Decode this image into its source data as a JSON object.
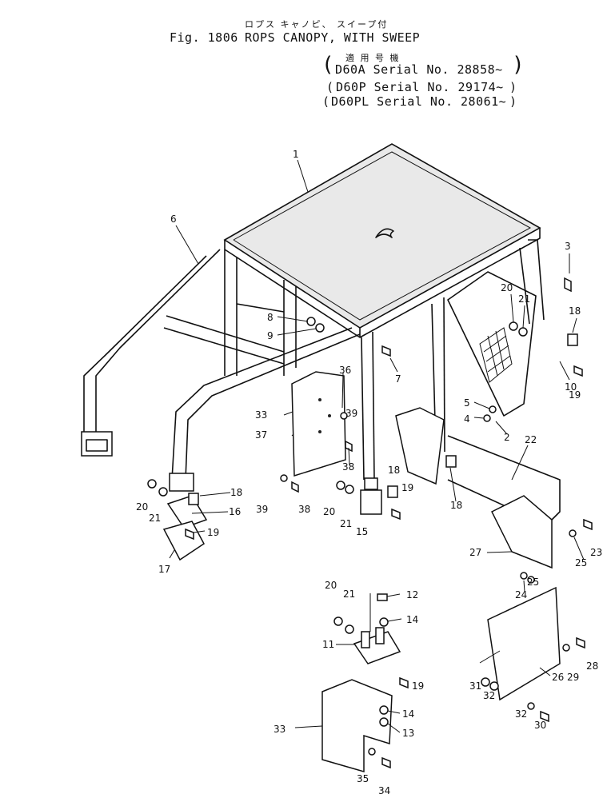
{
  "header": {
    "jp_title": "ロプス キャノピ、 スイープ付",
    "fig_no": "Fig. 1806",
    "title": "ROPS CANOPY, WITH SWEEP",
    "jp_applicable": "適 用 号 機",
    "serials": [
      "D60A Serial No. 28858~",
      "D60P Serial No. 29174~",
      "D60PL Serial No. 28061~"
    ]
  },
  "callouts": [
    {
      "id": "c1",
      "text": "1"
    },
    {
      "id": "c2",
      "text": "2"
    },
    {
      "id": "c3",
      "text": "3"
    },
    {
      "id": "c4",
      "text": "4"
    },
    {
      "id": "c5",
      "text": "5"
    },
    {
      "id": "c6",
      "text": "6"
    },
    {
      "id": "c7",
      "text": "7"
    },
    {
      "id": "c8",
      "text": "8"
    },
    {
      "id": "c9",
      "text": "9"
    },
    {
      "id": "c10",
      "text": "10"
    },
    {
      "id": "c11",
      "text": "11"
    },
    {
      "id": "c12",
      "text": "12"
    },
    {
      "id": "c13",
      "text": "13"
    },
    {
      "id": "c14a",
      "text": "14"
    },
    {
      "id": "c14b",
      "text": "14"
    },
    {
      "id": "c15",
      "text": "15"
    },
    {
      "id": "c16",
      "text": "16"
    },
    {
      "id": "c17",
      "text": "17"
    },
    {
      "id": "c18a",
      "text": "18"
    },
    {
      "id": "c18b",
      "text": "18"
    },
    {
      "id": "c18c",
      "text": "18"
    },
    {
      "id": "c18d",
      "text": "18"
    },
    {
      "id": "c19a",
      "text": "19"
    },
    {
      "id": "c19b",
      "text": "19"
    },
    {
      "id": "c19c",
      "text": "19"
    },
    {
      "id": "c19d",
      "text": "19"
    },
    {
      "id": "c20a",
      "text": "20"
    },
    {
      "id": "c20b",
      "text": "20"
    },
    {
      "id": "c20c",
      "text": "20"
    },
    {
      "id": "c20d",
      "text": "20"
    },
    {
      "id": "c21a",
      "text": "21"
    },
    {
      "id": "c21b",
      "text": "21"
    },
    {
      "id": "c21c",
      "text": "21"
    },
    {
      "id": "c21d",
      "text": "21"
    },
    {
      "id": "c22",
      "text": "22"
    },
    {
      "id": "c23",
      "text": "23"
    },
    {
      "id": "c24",
      "text": "24"
    },
    {
      "id": "c25a",
      "text": "25"
    },
    {
      "id": "c25b",
      "text": "25"
    },
    {
      "id": "c26",
      "text": "26"
    },
    {
      "id": "c27",
      "text": "27"
    },
    {
      "id": "c28",
      "text": "28"
    },
    {
      "id": "c29",
      "text": "29"
    },
    {
      "id": "c30",
      "text": "30"
    },
    {
      "id": "c31",
      "text": "31"
    },
    {
      "id": "c32a",
      "text": "32"
    },
    {
      "id": "c32b",
      "text": "32"
    },
    {
      "id": "c33a",
      "text": "33"
    },
    {
      "id": "c33b",
      "text": "33"
    },
    {
      "id": "c34",
      "text": "34"
    },
    {
      "id": "c35",
      "text": "35"
    },
    {
      "id": "c36",
      "text": "36"
    },
    {
      "id": "c37",
      "text": "37"
    },
    {
      "id": "c38a",
      "text": "38"
    },
    {
      "id": "c38b",
      "text": "38"
    },
    {
      "id": "c39a",
      "text": "39"
    },
    {
      "id": "c39b",
      "text": "39"
    }
  ]
}
